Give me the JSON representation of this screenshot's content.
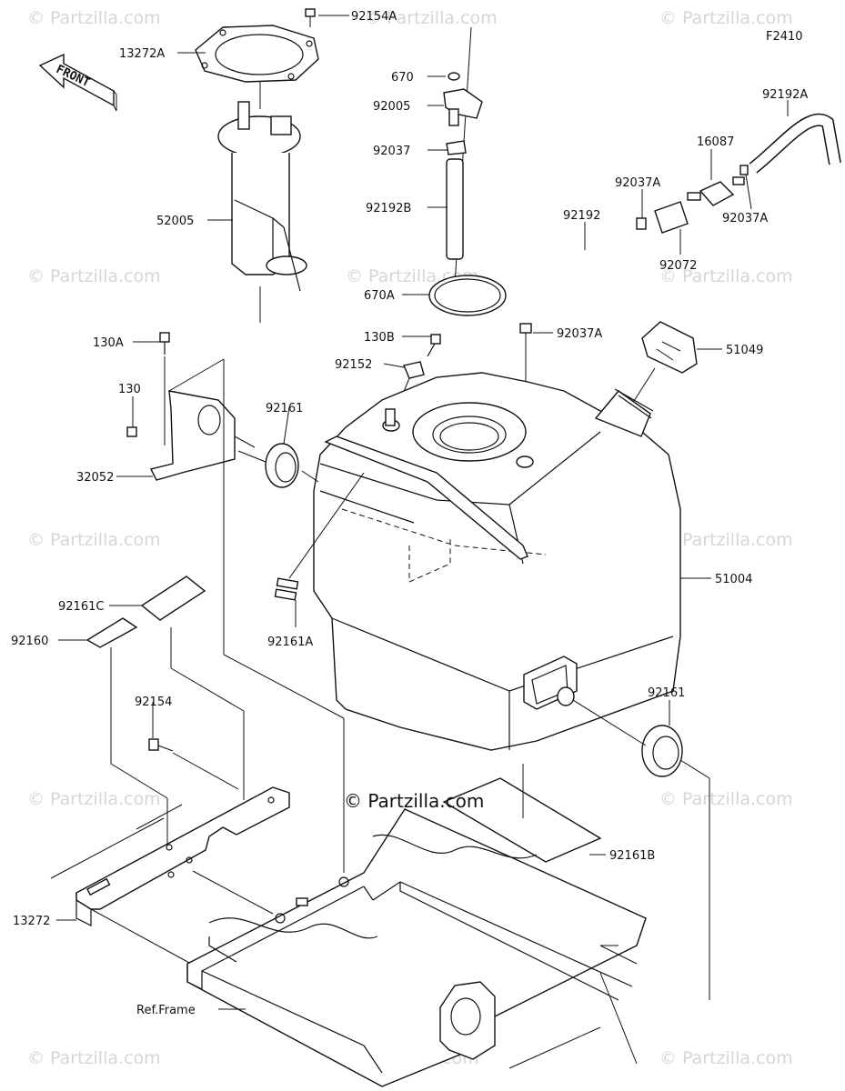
{
  "figure_code": "F2410",
  "front_label": "FRONT",
  "watermark_text": "© Partzilla.com",
  "center_watermark": "© Partzilla.com",
  "labels": {
    "92154A": "92154A",
    "13272A": "13272A",
    "52005": "52005",
    "670": "670",
    "92005": "92005",
    "92037": "92037",
    "92192B": "92192B",
    "670A": "670A",
    "92192A": "92192A",
    "16087": "16087",
    "92037A_1": "92037A",
    "92037A_2": "92037A",
    "92192": "92192",
    "92072": "92072",
    "92037A_3": "92037A",
    "130A": "130A",
    "130B": "130B",
    "51049": "51049",
    "130": "130",
    "92152": "92152",
    "92161_1": "92161",
    "32052": "32052",
    "51004": "51004",
    "92161C": "92161C",
    "92160": "92160",
    "92161A": "92161A",
    "92154": "92154",
    "92161_2": "92161",
    "92161B": "92161B",
    "13272": "13272",
    "ref_frame": "Ref.Frame"
  }
}
